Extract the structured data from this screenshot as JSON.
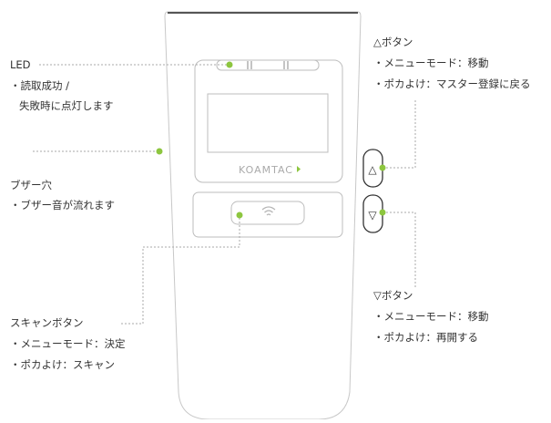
{
  "device": {
    "brand": "KOAMTAC",
    "led_marks": "| |    | |"
  },
  "callouts": {
    "led": {
      "title": "LED",
      "lines": [
        "・読取成功 /",
        "失敗時に点灯します"
      ]
    },
    "buzzer": {
      "title": "ブザー穴",
      "lines": [
        "・ブザー音が流れます"
      ]
    },
    "scan": {
      "title": "スキャンボタン",
      "lines": [
        "・メニューモード：決定",
        "・ポカよけ：スキャン"
      ]
    },
    "up": {
      "title": "△ボタン",
      "symbol": "△",
      "lines": [
        "・メニューモード：移動",
        "・ポカよけ：マスター登録に戻る"
      ]
    },
    "down": {
      "title": "▽ボタン",
      "symbol": "▽",
      "lines": [
        "・メニューモード：移動",
        "・ポカよけ：再開する"
      ]
    }
  },
  "colors": {
    "outline": "#555555",
    "light_outline": "#c8c8c8",
    "leader": "#aaaaaa",
    "dot": "#8dc63f"
  }
}
